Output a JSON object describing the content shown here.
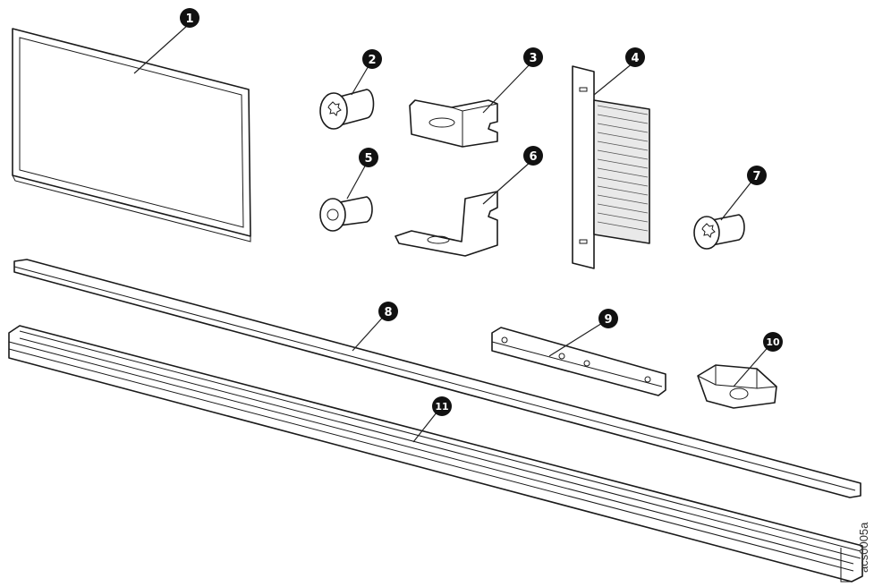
{
  "callouts": [
    "1",
    "2",
    "3",
    "4",
    "5",
    "6",
    "7",
    "8",
    "9",
    "10",
    "11"
  ],
  "drawing_code": "acs0005a"
}
